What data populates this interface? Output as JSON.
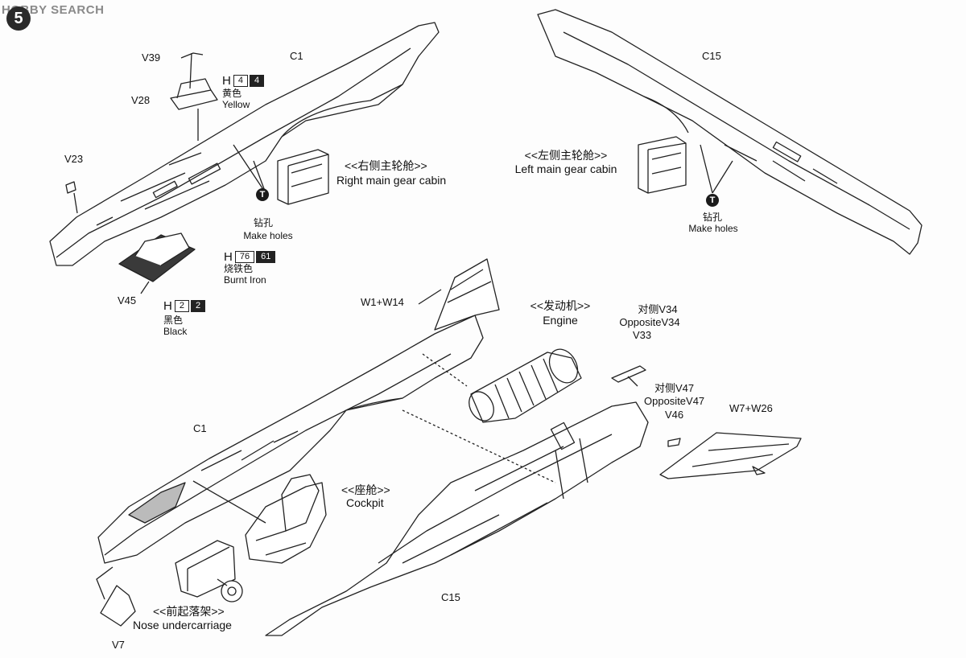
{
  "header": {
    "watermark": "HOBBY SEARCH",
    "step_number": "5"
  },
  "labels": {
    "v39": "V39",
    "c1_top": "C1",
    "v28": "V28",
    "v23": "V23",
    "v45": "V45",
    "c15_top": "C15",
    "w1w14": "W1+W14",
    "c1_bottom": "C1",
    "opposite_v34_cn": "对侧V34",
    "opposite_v34_en": "OppositeV34",
    "v33": "V33",
    "opposite_v47_cn": "对侧V47",
    "opposite_v47_en": "OppositeV47",
    "v46": "V46",
    "w7w26": "W7+W26",
    "v7": "V7",
    "c15_bottom": "C15"
  },
  "paints": [
    {
      "h": "H",
      "code1": "4",
      "code2": "4",
      "cn": "黄色",
      "en": "Yellow"
    },
    {
      "h": "H",
      "code1": "76",
      "code2": "61",
      "cn": "烧铁色",
      "en": "Burnt Iron"
    },
    {
      "h": "H",
      "code1": "2",
      "code2": "2",
      "cn": "黑色",
      "en": "Black"
    }
  ],
  "callouts": {
    "right_gear_cn": "<<右侧主轮舱>>",
    "right_gear_en": "Right main gear cabin",
    "left_gear_cn": "<<左侧主轮舱>>",
    "left_gear_en": "Left main gear cabin",
    "engine_cn": "<<发动机>>",
    "engine_en": "Engine",
    "cockpit_cn": "<<座舱>>",
    "cockpit_en": "Cockpit",
    "nose_cn": "<<前起落架>>",
    "nose_en": "Nose undercarriage"
  },
  "drill_holes": [
    {
      "cn": "钻孔",
      "en": "Make holes",
      "icon": "drill-icon"
    },
    {
      "cn": "钻孔",
      "en": "Make holes",
      "icon": "drill-icon"
    }
  ],
  "colors": {
    "ink": "#111111",
    "watermark": "#8a8a8a",
    "fill_dark": "#333333"
  }
}
